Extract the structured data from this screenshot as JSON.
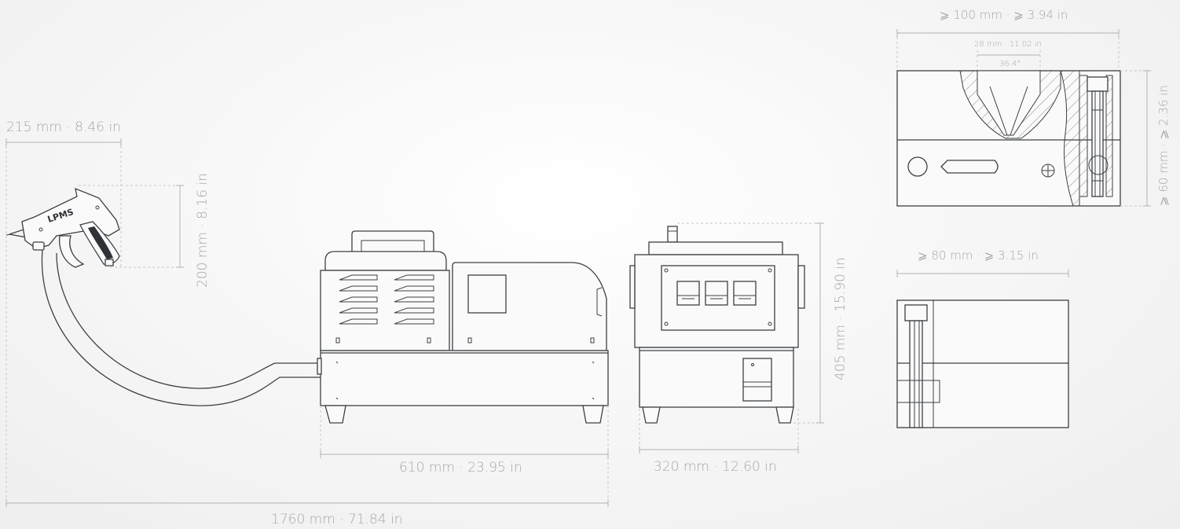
{
  "brand_logo": "LPMS",
  "dimensions": {
    "gun_width": "215 mm  ·  8.46 in",
    "gun_height": "200 mm  ·  8.16 in",
    "unit_length": "610 mm  ·  23.95 in",
    "overall_length": "1760 mm  ·  71.84 in",
    "unit_depth": "320 mm  ·  12.60 in",
    "unit_height": "405 mm  ·  15.90 in",
    "mold_width": "⩾ 100 mm  ·  ⩾ 3.94 in",
    "nozzle_width": "28 mm  ·  11.02 in",
    "nozzle_angle": "36.4°",
    "mold_height": "⩾ 60 mm  ·  ⩾ 2.36 in",
    "mold_depth": "⩾ 80 mm  ·  ⩾ 3.15 in"
  },
  "colors": {
    "line": "#3c4044",
    "dimension_text": "#a4a8ab",
    "grip_accent": "#2f3337"
  }
}
